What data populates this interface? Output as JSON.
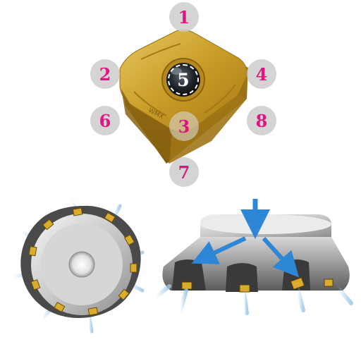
{
  "insert": {
    "edges": [
      {
        "id": "edge-1",
        "label": "1"
      },
      {
        "id": "edge-2",
        "label": "2"
      },
      {
        "id": "edge-3",
        "label": "3"
      },
      {
        "id": "edge-4",
        "label": "4"
      },
      {
        "id": "edge-5",
        "label": "5"
      },
      {
        "id": "edge-6",
        "label": "6"
      },
      {
        "id": "edge-7",
        "label": "7"
      },
      {
        "id": "edge-8",
        "label": "8"
      }
    ]
  },
  "colors": {
    "label": "#e0157f",
    "badge": "#cdcdcd",
    "insert_gold": "#c79a22",
    "coolant_arrow": "#2e86d6",
    "coolant_jet": "#9cc7ea"
  },
  "icons": [
    "insert-photo",
    "cutter-bottom-view",
    "cutter-side-view",
    "coolant-arrow-icon"
  ]
}
